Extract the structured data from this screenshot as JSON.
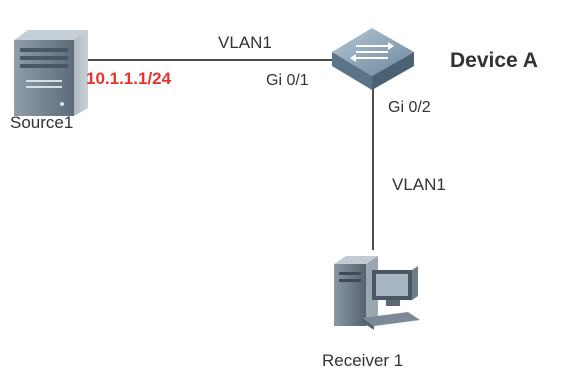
{
  "devices": {
    "source": {
      "label": "Source1"
    },
    "switch": {
      "label": "Device A"
    },
    "receiver": {
      "label": "Receiver 1"
    }
  },
  "links": {
    "top": {
      "vlan": "VLAN1",
      "src_port": "Gi 0/1"
    },
    "right": {
      "vlan": "VLAN1",
      "src_port": "Gi 0/2"
    }
  },
  "source_ip": "10.1.1.1/24",
  "colors": {
    "ip_text": "#e8322e",
    "link_line": "#4d4d4d",
    "switch_top": "#8da5b8",
    "switch_side": "#5c7488",
    "server_body": "#6f7f8c"
  }
}
